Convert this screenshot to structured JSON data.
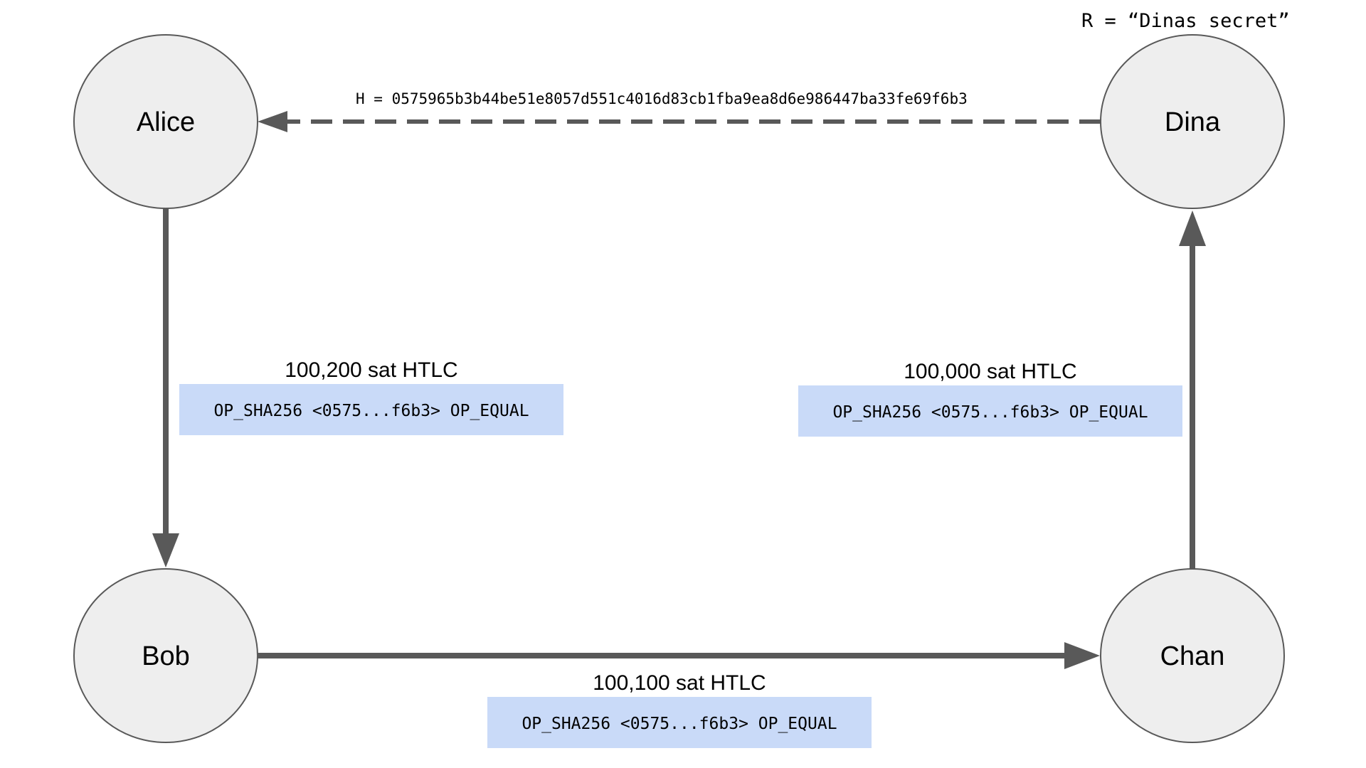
{
  "nodes": {
    "alice": "Alice",
    "bob": "Bob",
    "chan": "Chan",
    "dina": "Dina"
  },
  "secret_label": "R = “Dinas secret”",
  "hash_label": "H = 0575965b3b44be51e8057d551c4016d83cb1fba9ea8d6e986447ba33fe69f6b3",
  "htlcs": {
    "alice_bob": {
      "amount": "100,200 sat HTLC",
      "script": "OP_SHA256 <0575...f6b3> OP_EQUAL"
    },
    "bob_chan": {
      "amount": "100,100 sat HTLC",
      "script": "OP_SHA256 <0575...f6b3> OP_EQUAL"
    },
    "chan_dina": {
      "amount": "100,000 sat HTLC",
      "script": "OP_SHA256 <0575...f6b3> OP_EQUAL"
    }
  },
  "colors": {
    "node_fill": "#eeeeee",
    "node_stroke": "#595959",
    "arrow": "#595959",
    "script_box": "#c9daf8"
  }
}
